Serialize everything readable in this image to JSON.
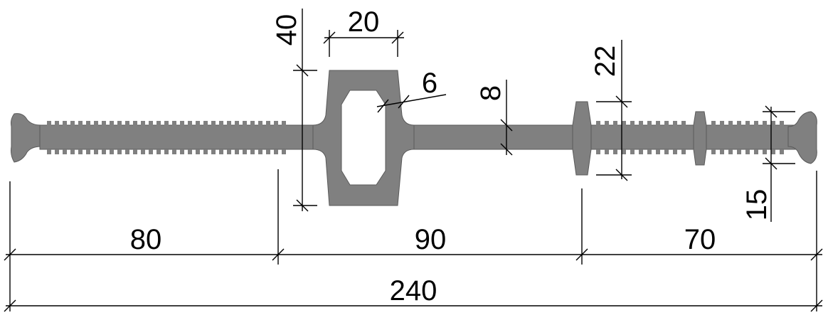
{
  "dimensions": {
    "overall_width": "240",
    "left_flange": "80",
    "center_bulb": "90",
    "right_flange": "70",
    "bulb_height": "40",
    "bulb_top": "20",
    "wall": "6",
    "web_thickness": "8",
    "rib_height": "22",
    "end_height": "15"
  },
  "colors": {
    "profile_fill": "#808080",
    "line": "#000000",
    "background": "#ffffff"
  }
}
